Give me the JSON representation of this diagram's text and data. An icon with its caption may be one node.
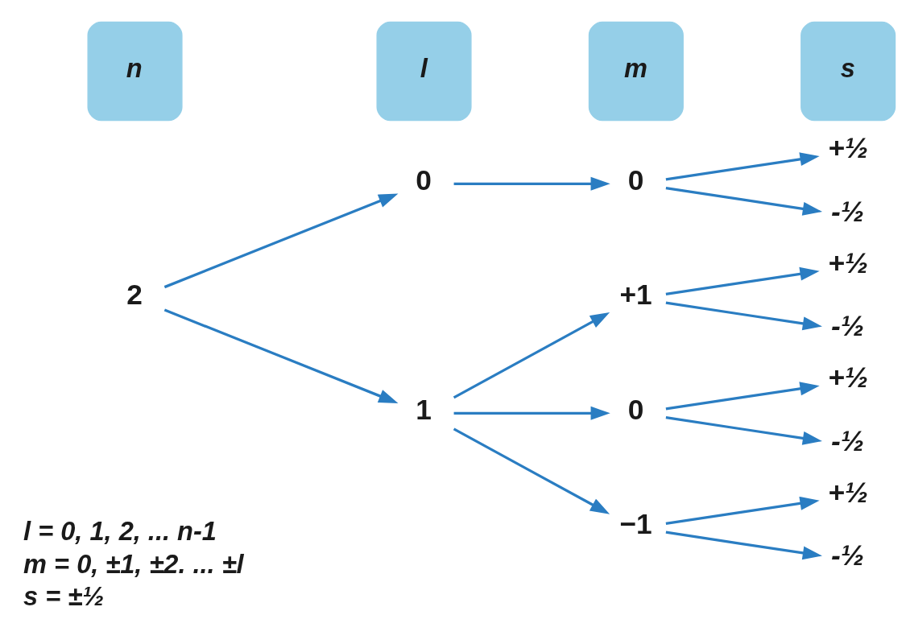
{
  "diagram": {
    "nodes": [
      {
        "text": [
          "n"
        ]
      },
      {
        "text": [
          "l"
        ]
      },
      {
        "text": [
          "m"
        ]
      },
      {
        "text": [
          "s"
        ]
      },
      {
        "text": [
          "2"
        ]
      },
      {
        "text": [
          "0"
        ]
      },
      {
        "text": [
          "1"
        ]
      },
      {
        "text": [
          "0"
        ]
      },
      {
        "text": [
          "+1"
        ]
      },
      {
        "text": [
          "0"
        ]
      },
      {
        "text": [
          "−1"
        ]
      },
      {
        "text": [
          "+½"
        ]
      },
      {
        "text": [
          "-½"
        ]
      },
      {
        "text": [
          "+½"
        ]
      },
      {
        "text": [
          "-½"
        ]
      },
      {
        "text": [
          "+½"
        ]
      },
      {
        "text": [
          "-½"
        ]
      },
      {
        "text": [
          "+½"
        ]
      },
      {
        "text": [
          "-½"
        ]
      }
    ],
    "edges": [
      {
        "from": 4,
        "to": 5,
        "arrow": "to"
      },
      {
        "from": 4,
        "to": 6,
        "arrow": "to"
      },
      {
        "from": 5,
        "to": 7,
        "arrow": "to"
      },
      {
        "from": 6,
        "to": 8,
        "arrow": "to"
      },
      {
        "from": 6,
        "to": 9,
        "arrow": "to"
      },
      {
        "from": 6,
        "to": 10,
        "arrow": "to"
      },
      {
        "from": 7,
        "to": 11,
        "arrow": "to"
      },
      {
        "from": 7,
        "to": 12,
        "arrow": "to"
      },
      {
        "from": 8,
        "to": 13,
        "arrow": "to"
      },
      {
        "from": 8,
        "to": 14,
        "arrow": "to"
      },
      {
        "from": 9,
        "to": 15,
        "arrow": "to"
      },
      {
        "from": 9,
        "to": 16,
        "arrow": "to"
      },
      {
        "from": 10,
        "to": 17,
        "arrow": "to"
      },
      {
        "from": 10,
        "to": 18,
        "arrow": "to"
      }
    ],
    "labels": [
      "l = 0, 1, 2, ... n-1",
      "m = 0, ±1, ±2. ... ±l",
      "s = ±½"
    ]
  }
}
